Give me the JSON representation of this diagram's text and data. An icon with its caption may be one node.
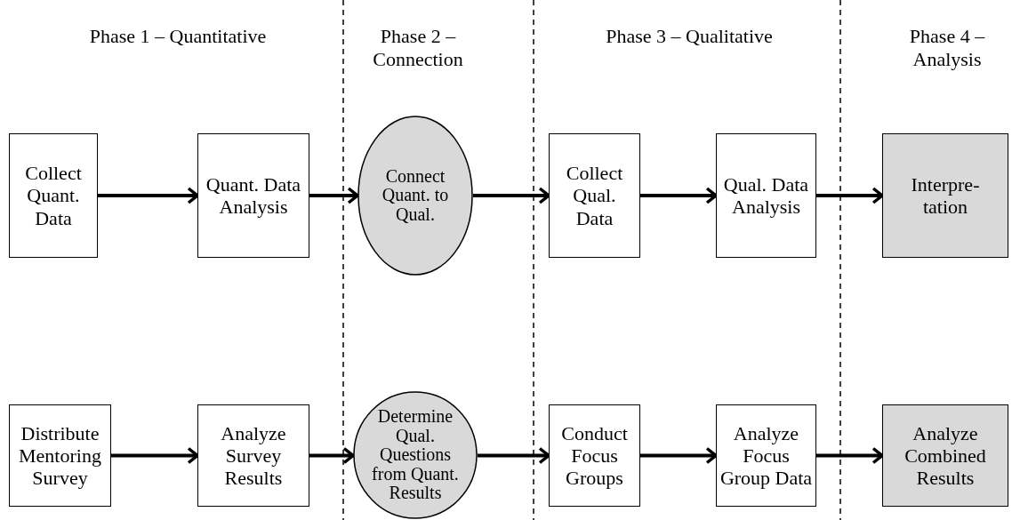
{
  "diagram": {
    "nodes": [
      {
        "text": [
          "Collect Quant. Data"
        ]
      },
      {
        "text": [
          "Quant. Data Analysis"
        ]
      },
      {
        "text": [
          "Connect Quant. to Qual."
        ]
      },
      {
        "text": [
          "Collect Qual. Data"
        ]
      },
      {
        "text": [
          "Qual. Data Analysis"
        ]
      },
      {
        "text": [
          "Interpre- tation"
        ]
      },
      {
        "text": [
          "Distribute Mentoring Survey"
        ]
      },
      {
        "text": [
          "Analyze Survey Results"
        ]
      },
      {
        "text": [
          "Determine Qual. Questions from Quant. Results"
        ]
      },
      {
        "text": [
          "Conduct Focus Groups"
        ]
      },
      {
        "text": [
          "Analyze Focus Group Data"
        ]
      },
      {
        "text": [
          "Analyze Combined Results"
        ]
      }
    ],
    "edges": [
      {
        "from": 0,
        "to": 1,
        "arrow": "to"
      },
      {
        "from": 1,
        "to": 2,
        "arrow": "to"
      },
      {
        "from": 2,
        "to": 3,
        "arrow": "to"
      },
      {
        "from": 3,
        "to": 4,
        "arrow": "to"
      },
      {
        "from": 4,
        "to": 5,
        "arrow": "to"
      },
      {
        "from": 6,
        "to": 7,
        "arrow": "to"
      },
      {
        "from": 7,
        "to": 8,
        "arrow": "to"
      },
      {
        "from": 8,
        "to": 9,
        "arrow": "to"
      },
      {
        "from": 9,
        "to": 10,
        "arrow": "to"
      },
      {
        "from": 10,
        "to": 11,
        "arrow": "to"
      }
    ],
    "labels": [
      "Phase 1 – Quantitative",
      "Phase 2 – Connection",
      "Phase 3 – Qualitative",
      "Phase 4 – Analysis"
    ]
  }
}
